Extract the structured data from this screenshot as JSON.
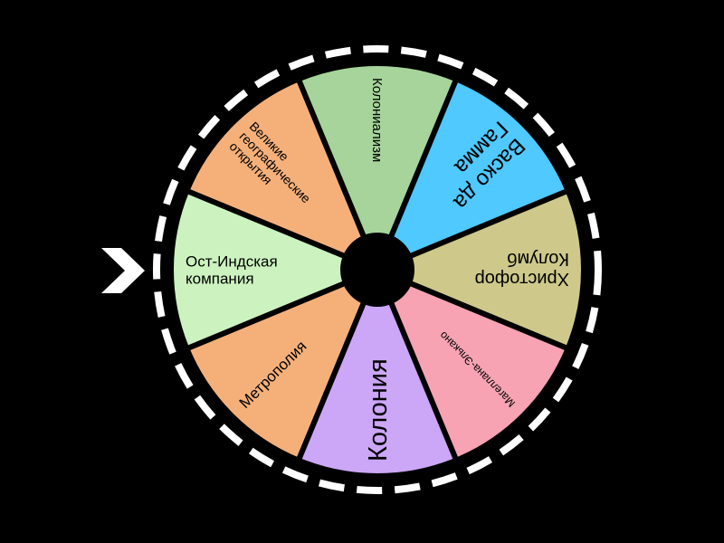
{
  "wheel": {
    "segments": [
      {
        "lines": [
          "Колониализм"
        ],
        "color": "#a6d49b",
        "size": 15
      },
      {
        "lines": [
          "Васко да",
          "Гамма"
        ],
        "color": "#4fc9ff",
        "size": 24
      },
      {
        "lines": [
          "Христофор",
          "Колумб"
        ],
        "color": "#cec98a",
        "size": 20
      },
      {
        "lines": [
          "Магеллана-Элькано"
        ],
        "color": "#f7a3b3",
        "size": 12
      },
      {
        "lines": [
          "Колония"
        ],
        "color": "#cca6f7",
        "size": 29
      },
      {
        "lines": [
          "Метрополия"
        ],
        "color": "#f5b07a",
        "size": 17
      },
      {
        "lines": [
          "Ост-Индская",
          "компания"
        ],
        "color": "#ccf2c0",
        "size": 17
      },
      {
        "lines": [
          "Великие",
          "географические",
          "открытия"
        ],
        "color": "#f5b07a",
        "size": 14
      }
    ],
    "pointer_icon": "chevron-right-icon"
  }
}
